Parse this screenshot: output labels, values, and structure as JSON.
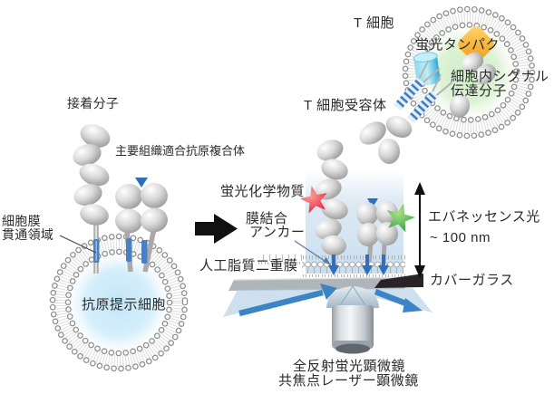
{
  "t_cell": {
    "label": "T 細胞",
    "fluorescent_protein": "蛍光タンパク",
    "signal_line1": "細胞内シグナル",
    "signal_line2": "伝達分子"
  },
  "left_diagram": {
    "adhesion_molecule": "接着分子",
    "mhc_complex": "主要組織適合抗原複合体",
    "transmembrane_line1": "細胞膜",
    "transmembrane_line2": "貫通領域",
    "apc_label": "抗原提示細胞"
  },
  "right_diagram": {
    "tcr_label": "T 細胞受容体",
    "fluorescent_chemical": "蛍光化学物質",
    "anchor_line1": "膜結合",
    "anchor_line2": "アンカー",
    "bilayer_label": "人工脂質二重膜",
    "evanescent_label": "エバネッセンス光",
    "evanescent_range": "~ 100 nm",
    "cover_glass_label": "カバーガラス",
    "microscope_line1": "全反射蛍光顕微鏡",
    "microscope_line2": "共焦点レーザー顕微鏡"
  },
  "colors": {
    "red_fluorophore": "#e2243e",
    "green_fluorophore": "#3da14c",
    "anchor_blue": "#2f6fbc",
    "transmembrane_blue": "#4a80c3",
    "fluorescent_protein_cyan": "#4fc0e0",
    "fluorescent_protein_orange": "#f5a623",
    "laser_beam_blue": "#3c84c6",
    "evanescent_field": "#cfe2f2",
    "text": "#2a2a2a"
  }
}
